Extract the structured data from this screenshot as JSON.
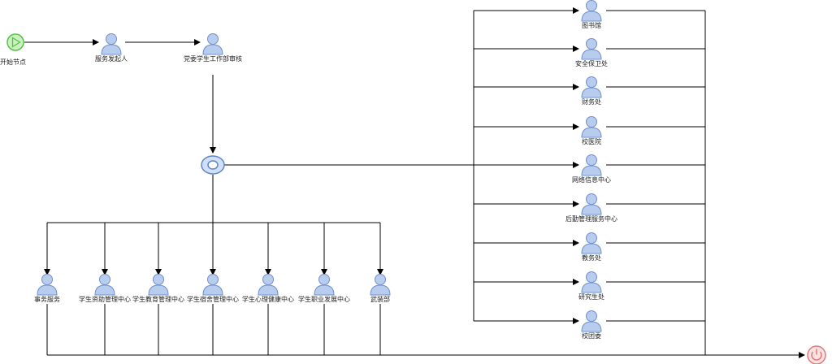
{
  "start": {
    "label": "开始节点"
  },
  "end": {
    "label": ""
  },
  "flow_nodes": {
    "initiator": "服务发起人",
    "review": "党委学生工作部审核"
  },
  "bottom_roles": [
    "事务服务",
    "学生资助管理中心",
    "学生教育管理中心",
    "学生宿舍管理中心",
    "学生心理健康中心",
    "学生职业发展中心",
    "武装部"
  ],
  "right_roles": [
    "图书馆",
    "安全保卫处",
    "财务处",
    "校医院",
    "网络信息中心",
    "后勤管理服务中心",
    "教务处",
    "研究生处",
    "校团委"
  ],
  "colors": {
    "line": "#000000",
    "actor_fill": "#b8cdee",
    "actor_stroke": "#6f8fcf",
    "start_fill": "#c9f2c0",
    "start_stroke": "#5bbf4c",
    "gateway_fill": "#cfe0f8",
    "gateway_stroke": "#5f86c9",
    "end_fill": "#fde2e2",
    "end_stroke": "#e07a7a"
  }
}
